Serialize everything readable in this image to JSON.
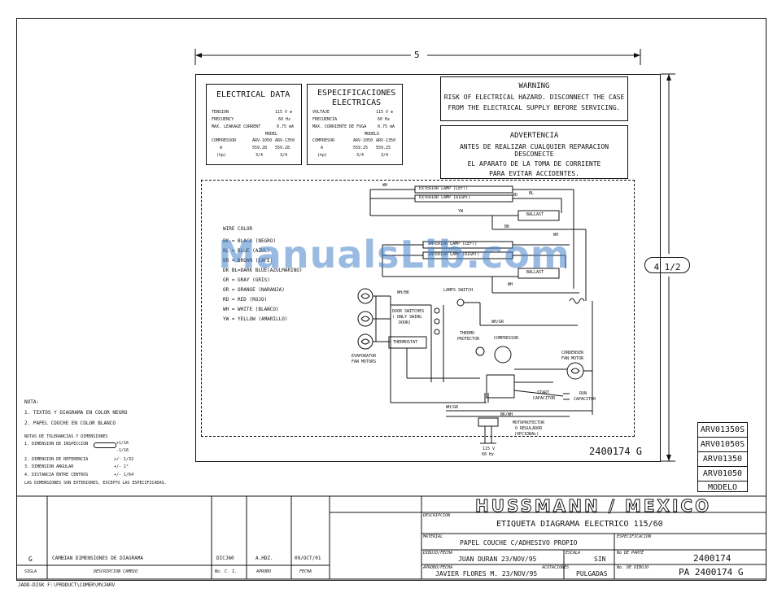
{
  "dimension_top": "5",
  "dimension_side": "4 1/2",
  "electrical_data": {
    "title": "ELECTRICAL DATA",
    "rows": [
      {
        "label": "TENSION",
        "value": "115 V ⊕"
      },
      {
        "label": "FRECUENCY",
        "value": "60 Hz"
      },
      {
        "label": "MAX. LEAKAGE CURRENT",
        "value": "0.75 mA"
      }
    ],
    "model_label": "MODEL",
    "compressor_label": "COMPRESSOR",
    "models": [
      "ARV-1050",
      "ARV-1350"
    ],
    "a_label": "A",
    "a_values": [
      "559.28",
      "559.28"
    ],
    "hp_label": "(hp)",
    "hp_values": [
      "3/4",
      "3/4"
    ]
  },
  "especificaciones": {
    "title_line1": "ESPECIFICACIONES",
    "title_line2": "ELECTRICAS",
    "rows": [
      {
        "label": "VOLTAJE",
        "value": "115 V ⊕"
      },
      {
        "label": "FRECUENCIA",
        "value": "60 Hz"
      },
      {
        "label": "MAX. CORRIENTE DE FUGA",
        "value": "0.75 mA"
      }
    ],
    "model_label": "MODELO",
    "compressor_label": "COMPRESOR",
    "models": [
      "ARV-1050",
      "ARV-1350"
    ],
    "a_label": "A",
    "a_values": [
      "559.25",
      "559.25"
    ],
    "hp_label": "(hp)",
    "hp_values": [
      "3/4",
      "3/4"
    ]
  },
  "warning": {
    "title": "WARNING",
    "lines": [
      "RISK OF ELECTRICAL HAZARD. DISCONNECT THE CASE",
      "FROM THE ELECTRICAL SUPPLY BEFORE SERVICING."
    ]
  },
  "advertencia": {
    "title": "ADVERTENCIA",
    "lines": [
      "ANTES DE REALIZAR CUALQUIER REPARACION DESCONECTE",
      "EL APARATO DE LA TOMA DE CORRIENTE",
      "PARA EVITAR ACCIDENTES."
    ]
  },
  "wire_color": {
    "title": "WIRE COLOR",
    "items": [
      "BK = BLACK (NEGRO)",
      "BL = BLUE (AZUL)",
      "BR = BROWN (CAFE)",
      "DK BL=DARK BLUE(AZULMARINO)",
      "GR = GRAY (GRIS)",
      "OR = ORANGE (NARANJA)",
      "RD = RED (ROJO)",
      "WH = WHITE (BLANCO)",
      "YW = YELLOW (AMARILLO)"
    ]
  },
  "watermark": "ManualsLib.com",
  "schematic": {
    "lamps": [
      "EXTERIOR LAMP (LEFT)",
      "EXTERIOR LAMP (RIGHT)",
      "INTERIOR LAMP (LEFT)",
      "INTERIOR LAMP (RIGHT)"
    ],
    "ballast": "BALLAST",
    "lamps_switch": "LAMPS SWITCH",
    "door_switches": [
      "DOOR SWITCHES",
      "( ONLY SWING",
      "DOOR)"
    ],
    "thermostat": "THERMOSTAT",
    "evaporator": [
      "EVAPORATOR",
      "FAN MOTORS"
    ],
    "thermo_protector": [
      "THERMO",
      "PROTECTOR"
    ],
    "compressor": "COMPRESSOR",
    "condenser": [
      "CONDENSER",
      "FAN MOTOR"
    ],
    "start_capacitor": [
      "START",
      "CAPACITOR"
    ],
    "run_capacitor": [
      "RUN",
      "CAPACITOR"
    ],
    "motoprotector": [
      "MOTOPROTECTOR",
      "O REGULADOR",
      "(OPCIONAL)"
    ],
    "supply": [
      "115 V",
      "60 Hz"
    ],
    "wires": [
      "WH",
      "BL",
      "RD",
      "YW",
      "BK",
      "WH/BK",
      "WH/GR",
      "BK/WH"
    ],
    "part_number": "2400174  G"
  },
  "models_list": [
    "ARV01350S",
    "ARV01050S",
    "ARV01350",
    "ARV01050",
    "MODELO"
  ],
  "notes": {
    "title": "NOTA:",
    "items": [
      "1. TEXTOS Y DIAGRAMA EN COLOR NEGRO",
      "2. PAPEL COUCHE EN COLOR BLANCO"
    ],
    "tol_title": "NOTAS DE TOLERANCIAS Y DIMENSIONES",
    "tol_items": [
      {
        "label": "1. DIMENSION DE INSPECCION",
        "value": "+1/16"
      },
      {
        "label": "",
        "value": "-1/16"
      },
      {
        "label": "2. DIMENSION DE REFERENCIA",
        "value": "+/- 1/32"
      },
      {
        "label": "3. DIMENSION ANGULAR",
        "value": "+/- 1°"
      },
      {
        "label": "4. DISTANCIA ENTRE CENTROS",
        "value": "+/- 1/64"
      }
    ],
    "footer": "LAS DIMENSIONES SON EXTERIORES, EXCEPTO LAS ESPECIFICADAS."
  },
  "revision": {
    "sigla": "G",
    "descripcion": "CAMBIAN DIMENSIONES DE DIAGRAMA",
    "no_ci": "DICJ60",
    "aprobo": "A.HDZ.",
    "fecha": "09/OCT/01",
    "headers": [
      "SIGLA",
      "DESCRIPCION CAMBIO",
      "No. C. I.",
      "APROBO",
      "FECHA"
    ]
  },
  "title_block": {
    "brand": "HUSSMANN / MEXICO",
    "descripcion_label": "DESCRIPCION",
    "descripcion": "ETIQUETA DIAGRAMA ELECTRICO 115/60",
    "material_label": "MATERIAL",
    "material": "PAPEL COUCHE C/ADHESIVO PROPIO",
    "especificacion_label": "ESPECIFICACION",
    "dibujo_label": "DIBUJO/FECHA",
    "dibujo": "JUAN DURAN 23/NOV/95",
    "escala_label": "ESCALA",
    "escala": "SIN",
    "no_parte_label": "No DE PARTE",
    "no_parte": "2400174",
    "aprobo_label": "APROBO/FECHA",
    "aprobo": "JAVIER FLORES M. 23/NOV/95",
    "acotaciones_label": "ACOTACIONES",
    "acotaciones": "PULGADAS",
    "no_dibujo_label": "No. DE DIBUJO",
    "no_dibujo": "PA 2400174 G"
  },
  "footer_path": "JADD-DISK F:\\PRODUCT\\COMER\\MVJARV"
}
